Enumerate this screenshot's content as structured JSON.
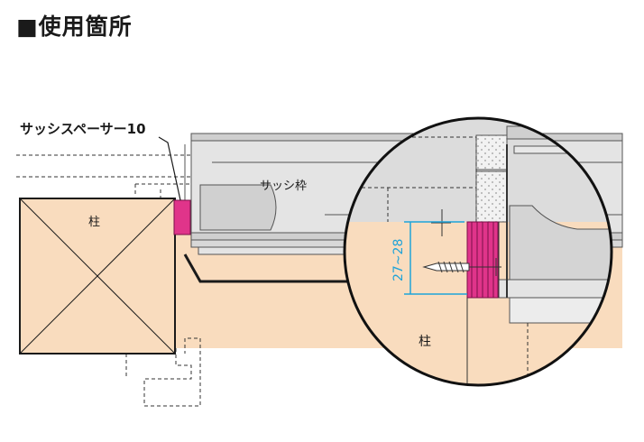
{
  "page_title": "■使用箇所",
  "labels": {
    "product": "サッシスペーサー10",
    "sash_frame": "サッシ枠",
    "pillar_main": "柱",
    "pillar_zoom": "柱",
    "dimension": "27~28"
  },
  "colors": {
    "wood": "#f9dcbe",
    "sash_gray": "#dcdcdc",
    "sash_dark": "#bdbdbd",
    "spacer_magenta": "#e0348a",
    "dimension_cyan": "#1fa3d8",
    "outline": "#1a1a1a"
  }
}
